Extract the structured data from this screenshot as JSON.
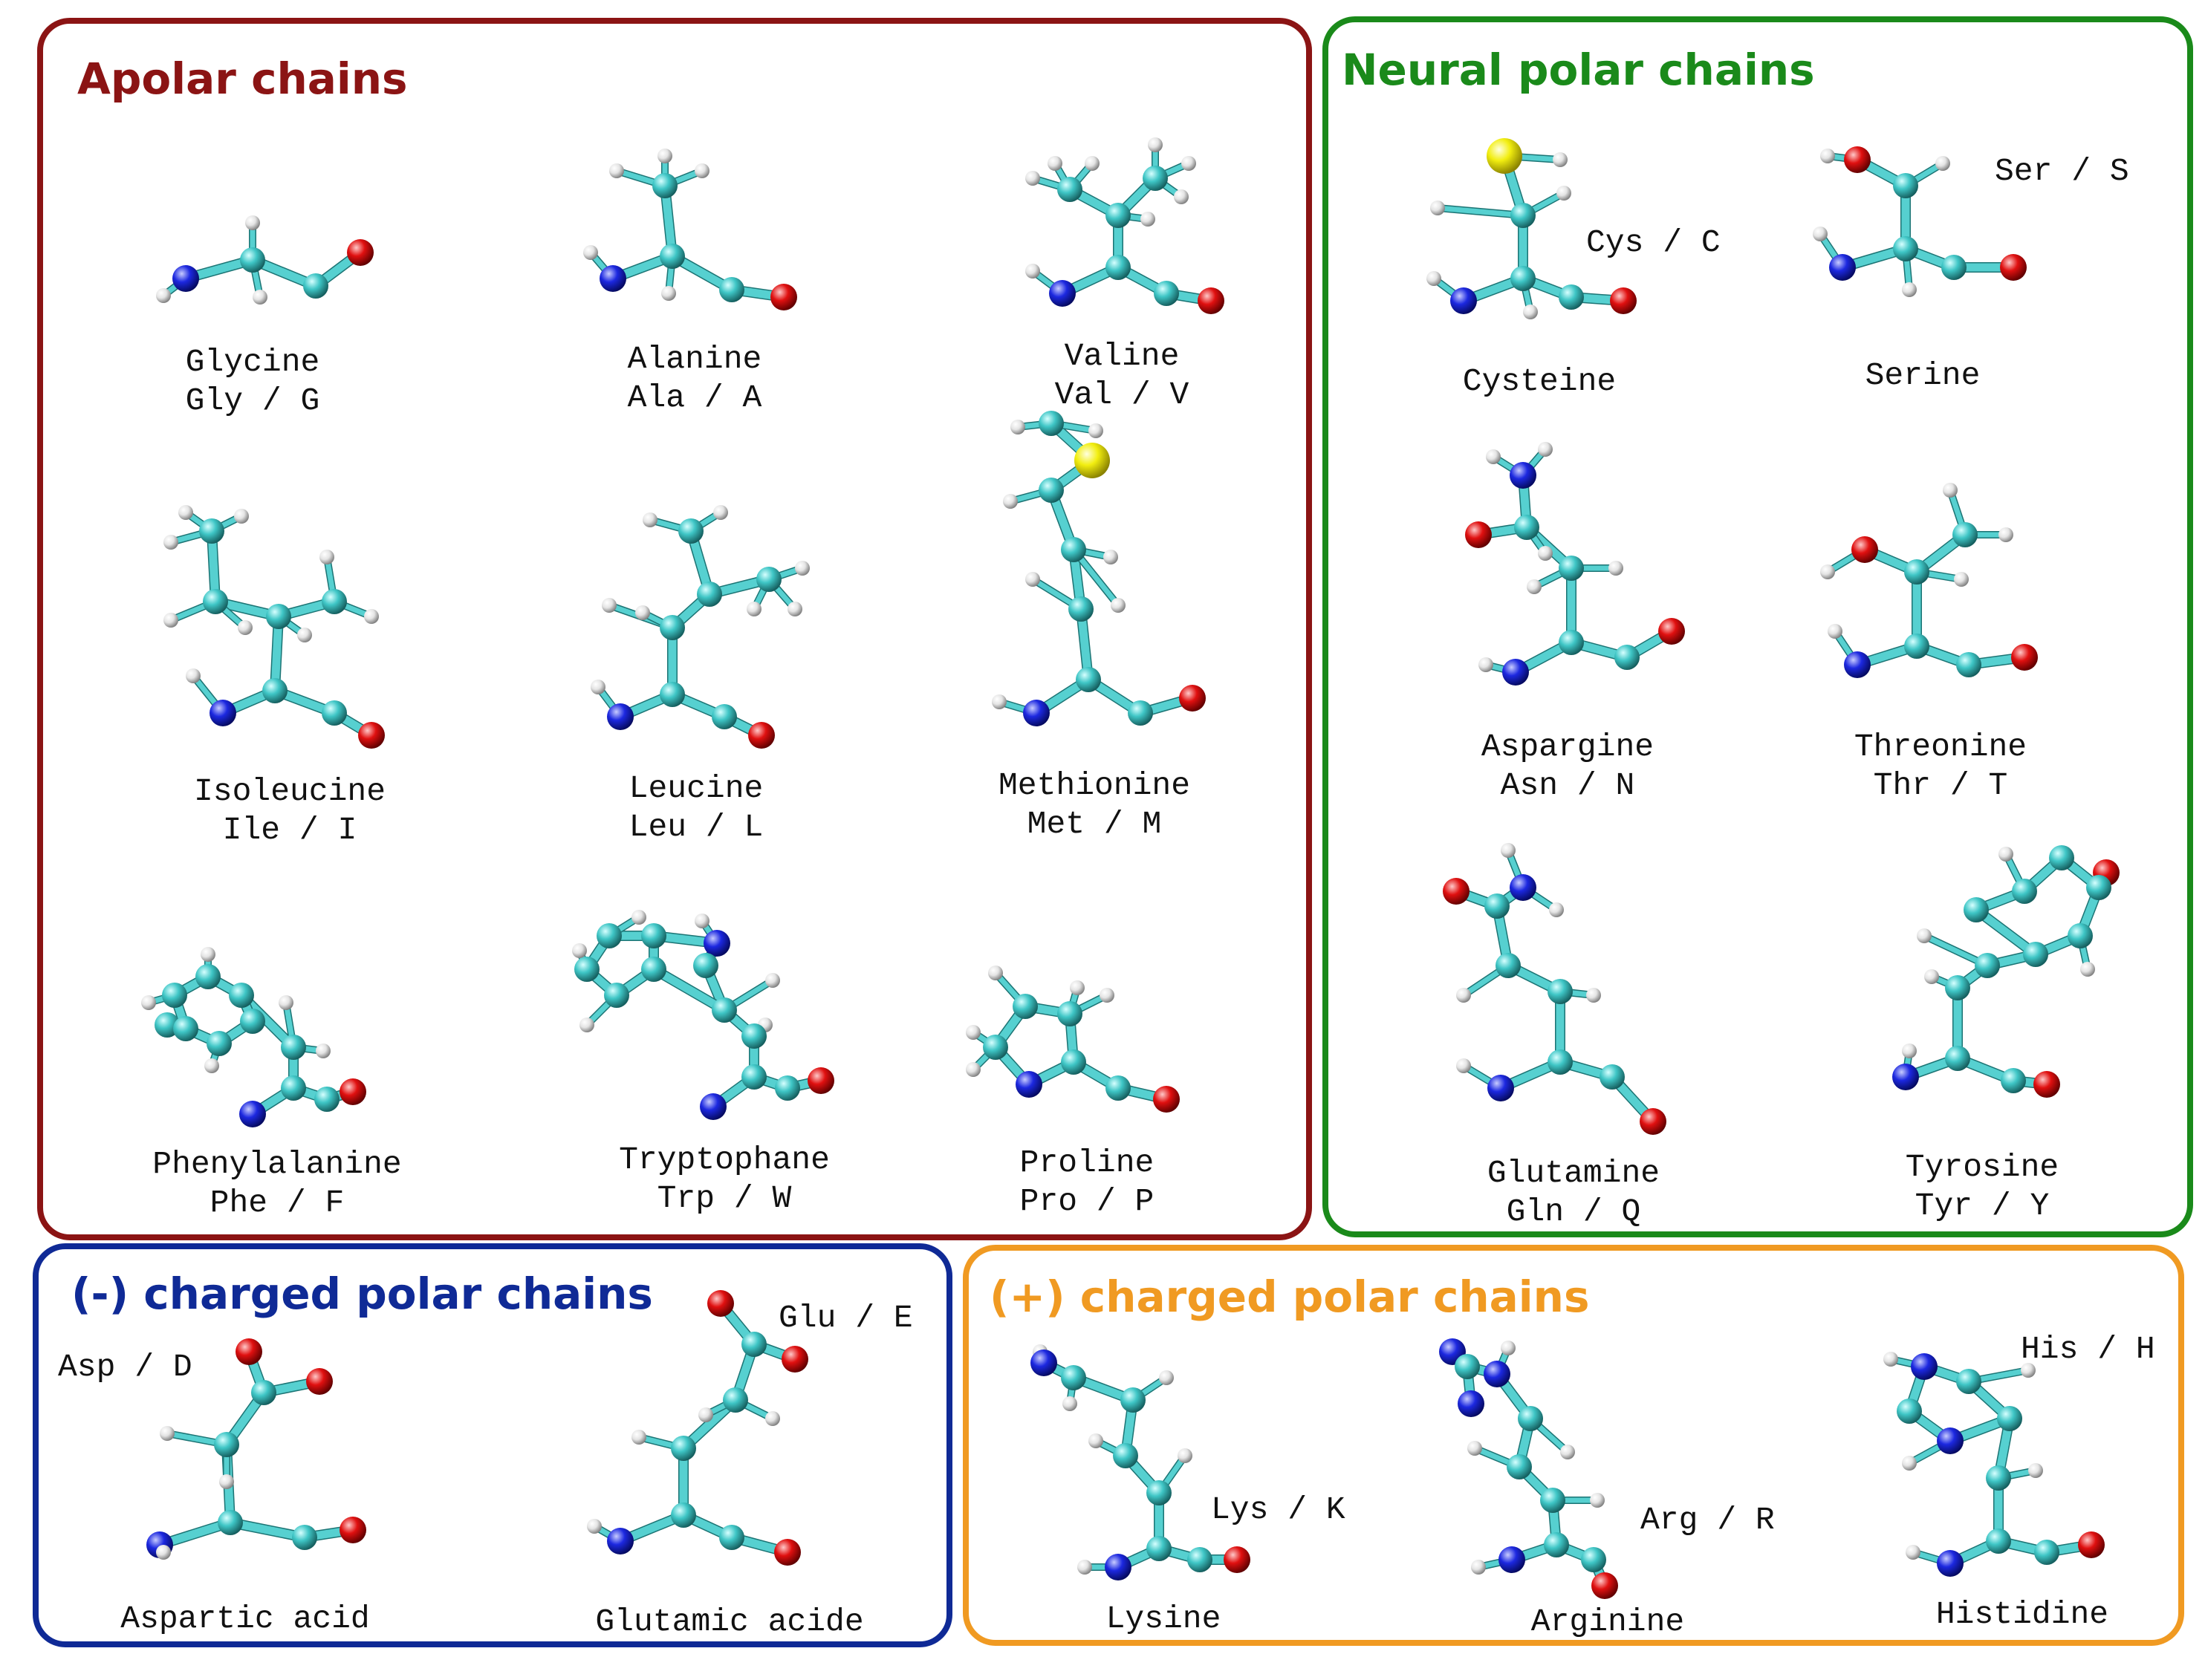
{
  "colors": {
    "apolar": "#8b1414",
    "neutral": "#1a8a1a",
    "negative": "#0f2a96",
    "positive": "#f09a22",
    "carbon": "#3fc6c6",
    "nitrogen": "#1c28e0",
    "oxygen": "#e01010",
    "sulfur": "#f2ee10",
    "hydrogen": "#e8e8e8"
  },
  "panels": {
    "apolar": {
      "title": "Apolar chains"
    },
    "neutral": {
      "title": "Neural polar chains"
    },
    "negative": {
      "title": "(-) charged polar chains"
    },
    "positive": {
      "title": "(+) charged polar chains"
    }
  },
  "amino_acids": {
    "glycine": {
      "name": "Glycine",
      "code": "Gly / G"
    },
    "alanine": {
      "name": "Alanine",
      "code": "Ala / A"
    },
    "valine": {
      "name": "Valine",
      "code": "Val / V"
    },
    "isoleucine": {
      "name": "Isoleucine",
      "code": "Ile / I"
    },
    "leucine": {
      "name": "Leucine",
      "code": "Leu / L"
    },
    "methionine": {
      "name": "Methionine",
      "code": "Met / M"
    },
    "phenylalanine": {
      "name": "Phenylalanine",
      "code": "Phe / F"
    },
    "tryptophane": {
      "name": "Tryptophane",
      "code": "Trp / W"
    },
    "proline": {
      "name": "Proline",
      "code": "Pro / P"
    },
    "cysteine": {
      "name": "Cysteine",
      "code": "Cys / C"
    },
    "serine": {
      "name": "Serine",
      "code": "Ser / S"
    },
    "aspargine": {
      "name": "Aspargine",
      "code": "Asn / N"
    },
    "threonine": {
      "name": "Threonine",
      "code": "Thr / T"
    },
    "glutamine": {
      "name": "Glutamine",
      "code": "Gln / Q"
    },
    "tyrosine": {
      "name": "Tyrosine",
      "code": "Tyr / Y"
    },
    "aspartic_acid": {
      "name": "Aspartic acid",
      "code": "Asp / D"
    },
    "glutamic_acide": {
      "name": "Glutamic acide",
      "code": "Glu / E"
    },
    "lysine": {
      "name": "Lysine",
      "code": "Lys / K"
    },
    "arginine": {
      "name": "Arginine",
      "code": "Arg / R"
    },
    "histidine": {
      "name": "Histidine",
      "code": "His / H"
    }
  }
}
